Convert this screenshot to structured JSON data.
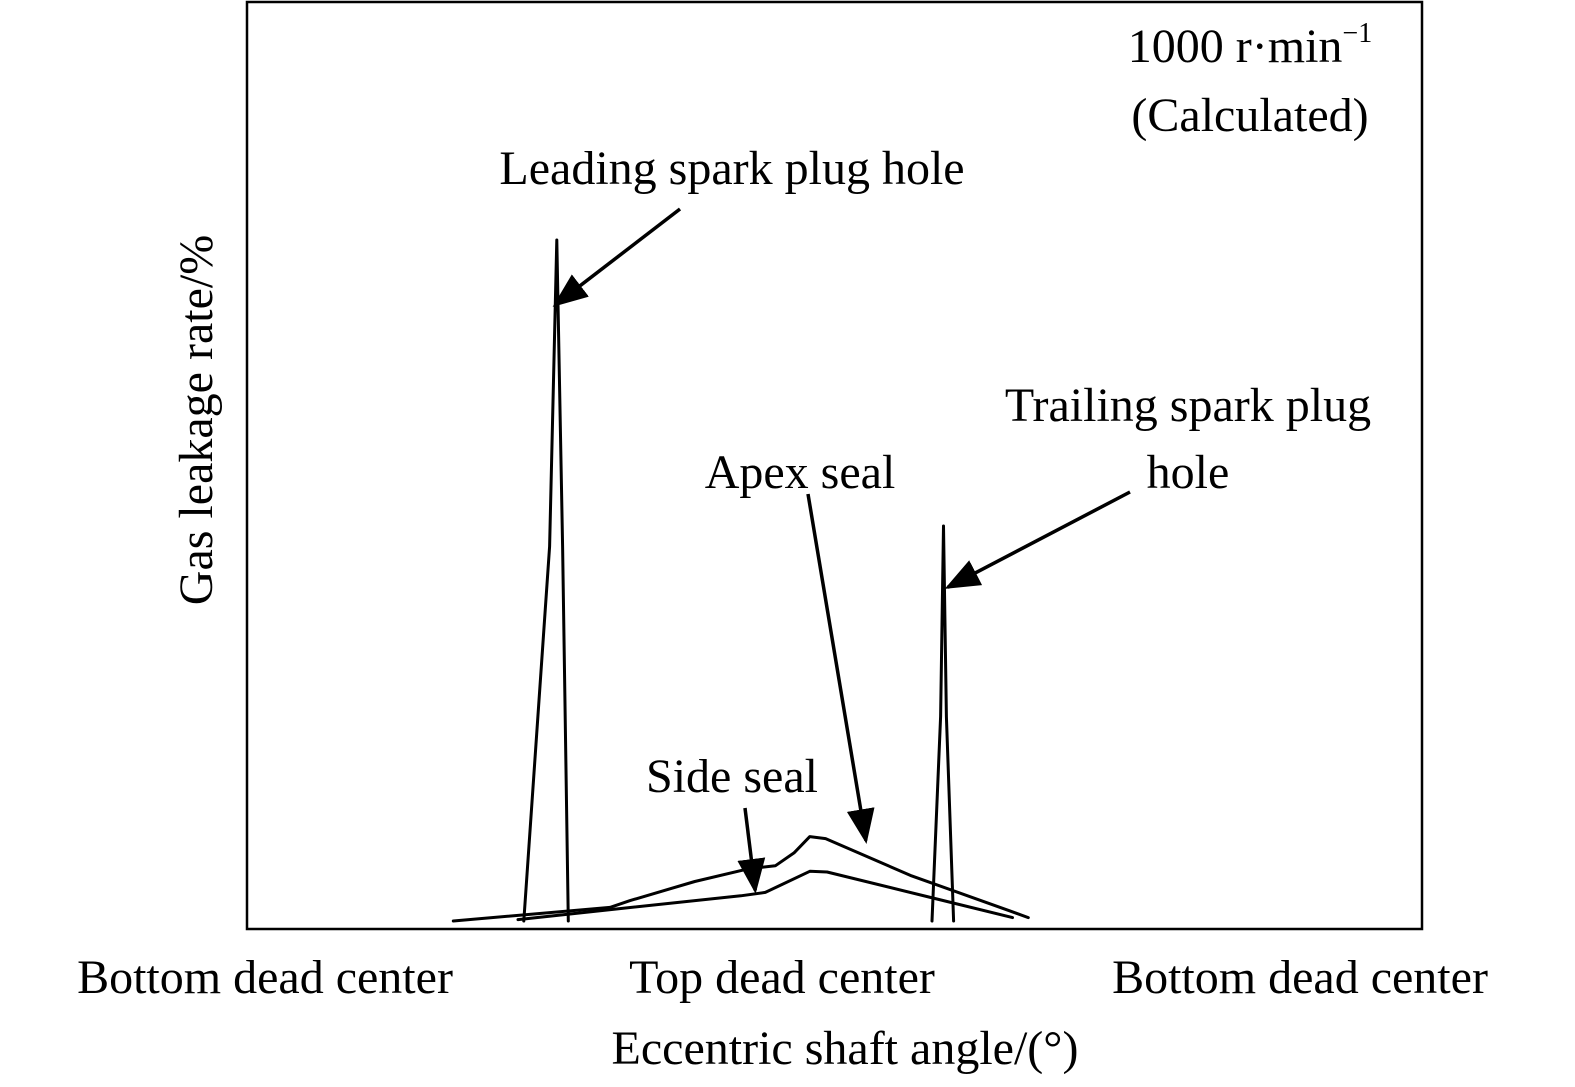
{
  "chart_data": {
    "type": "line",
    "title": "",
    "condition": {
      "speed": "1000 r·min",
      "speed_exp": "−1",
      "note": "(Calculated)"
    },
    "xlabel": "Eccentric shaft angle/(°)",
    "ylabel": "Gas leakage rate/%",
    "x_ticks": [
      {
        "x": 0,
        "label": "Bottom dead center"
      },
      {
        "x": 360,
        "label": "Top dead center"
      },
      {
        "x": 720,
        "label": "Bottom dead center"
      }
    ],
    "xlim": [
      0,
      720
    ],
    "ylim": [
      0,
      100
    ],
    "grid": false,
    "legend": "none",
    "series": [
      {
        "name": "Leading spark plug hole",
        "x": [
          180,
          198,
          203,
          207,
          211
        ],
        "y": [
          0,
          55,
          100,
          55,
          0
        ]
      },
      {
        "name": "Trailing spark plug hole",
        "x": [
          464,
          470,
          472,
          474,
          479
        ],
        "y": [
          0,
          30,
          58,
          30,
          0
        ]
      },
      {
        "name": "Apex seal",
        "x": [
          131,
          240,
          254,
          299,
          337,
          355,
          368,
          379,
          390,
          449,
          518,
          531
        ],
        "y": [
          0,
          2,
          3,
          5.8,
          7.7,
          8.1,
          10,
          12.4,
          12.1,
          6.7,
          1.5,
          0.5
        ]
      },
      {
        "name": "Side seal",
        "x": [
          176,
          250,
          331,
          348,
          358,
          379,
          391,
          466,
          520
        ],
        "y": [
          0.2,
          1.9,
          3.7,
          4.2,
          5.2,
          7.3,
          7.2,
          3.3,
          0.5
        ]
      }
    ],
    "annotations": [
      {
        "text_lines": [
          "Leading spark plug hole"
        ],
        "series": "Leading spark plug hole",
        "tip": {
          "x": 202,
          "y": 90.5
        }
      },
      {
        "text_lines": [
          "Trailing spark plug hole"
        ],
        "text_lines_2": [
          "hole"
        ],
        "series": "Trailing spark plug hole",
        "tip": {
          "x": 475,
          "y": 49
        }
      },
      {
        "text_lines": [
          "Apex seal"
        ],
        "series": "Apex seal",
        "tip": {
          "x": 418,
          "y": 11.8
        }
      },
      {
        "text_lines": [
          "Side seal"
        ],
        "series": "Side seal",
        "tip": {
          "x": 341,
          "y": 4.5
        }
      }
    ]
  },
  "labels": {
    "leading_line1": "Leading spark plug hole",
    "trailing_line1": "Trailing spark plug",
    "trailing_line2": "hole",
    "apex": "Apex seal",
    "side": "Side seal"
  }
}
